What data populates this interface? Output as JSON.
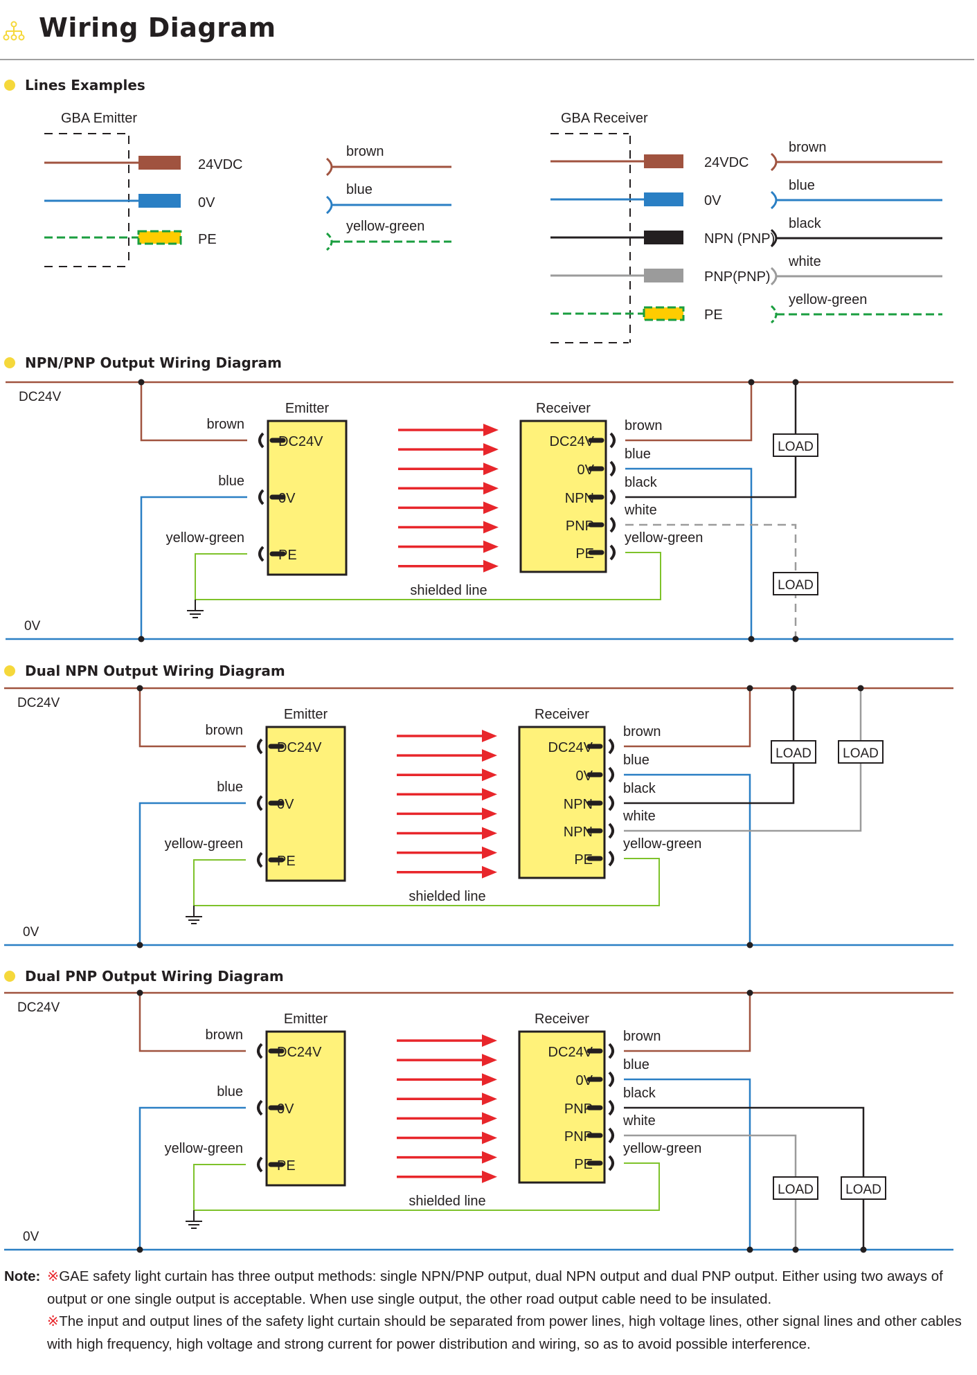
{
  "header": {
    "title": "Wiring Diagram",
    "icon": "hierarchy-icon"
  },
  "colors": {
    "brown": "#a0533f",
    "blue": "#2a7fc4",
    "black": "#231f20",
    "white_wire": "#9b9b9b",
    "yellow_green": "#7ec22a",
    "pe_dash": "#1a9e3f",
    "pe_fill": "#ffcc00",
    "box_fill": "#fff27a",
    "arrow": "#e8262b",
    "bullet": "#f5d83b",
    "rule": "#a0a0a0"
  },
  "lines_examples": {
    "heading": "Lines Examples",
    "emitter": {
      "title": "GBA Emitter",
      "terminals": [
        {
          "label": "24VDC",
          "color": "brown",
          "wire": "brown"
        },
        {
          "label": "0V",
          "color": "blue",
          "wire": "blue"
        },
        {
          "label": "PE",
          "color": "yellow_green",
          "wire": "yellow-green"
        }
      ]
    },
    "receiver": {
      "title": "GBA Receiver",
      "terminals": [
        {
          "label": "24VDC",
          "color": "brown",
          "wire": "brown"
        },
        {
          "label": "0V",
          "color": "blue",
          "wire": "blue"
        },
        {
          "label": "NPN (PNP)",
          "color": "black",
          "wire": "black"
        },
        {
          "label": "PNP(PNP)",
          "color": "white_wire",
          "wire": "white"
        },
        {
          "label": "PE",
          "color": "yellow_green",
          "wire": "yellow-green"
        }
      ]
    }
  },
  "diagrams": [
    {
      "heading": "NPN/PNP Output Wiring Diagram",
      "bus_top": "DC24V",
      "bus_bottom": "0V",
      "emitter": {
        "title": "Emitter",
        "pins": [
          {
            "label": "DC24V",
            "wire": "brown",
            "color": "brown"
          },
          {
            "label": "0V",
            "wire": "blue",
            "color": "blue"
          },
          {
            "label": "PE",
            "wire": "yellow-green",
            "color": "yellow_green"
          }
        ]
      },
      "receiver": {
        "title": "Receiver",
        "pins": [
          {
            "label": "DC24V",
            "wire": "brown",
            "color": "brown"
          },
          {
            "label": "0V",
            "wire": "blue",
            "color": "blue"
          },
          {
            "label": "NPN",
            "wire": "black",
            "color": "black"
          },
          {
            "label": "PNP",
            "wire": "white",
            "color": "white_wire",
            "dashed": true
          },
          {
            "label": "PE",
            "wire": "yellow-green",
            "color": "yellow_green"
          }
        ]
      },
      "beam_count": 8,
      "shield_label": "shielded line",
      "loads": [
        {
          "label": "LOAD",
          "pin": "NPN",
          "side": "top",
          "color": "black"
        },
        {
          "label": "LOAD",
          "pin": "PNP",
          "side": "bottom",
          "color": "white_wire",
          "dashed": true
        }
      ]
    },
    {
      "heading": "Dual NPN Output Wiring Diagram",
      "bus_top": "DC24V",
      "bus_bottom": "0V",
      "emitter": {
        "title": "Emitter",
        "pins": [
          {
            "label": "DC24V",
            "wire": "brown",
            "color": "brown"
          },
          {
            "label": "0V",
            "wire": "blue",
            "color": "blue"
          },
          {
            "label": "PE",
            "wire": "yellow-green",
            "color": "yellow_green"
          }
        ]
      },
      "receiver": {
        "title": "Receiver",
        "pins": [
          {
            "label": "DC24V",
            "wire": "brown",
            "color": "brown"
          },
          {
            "label": "0V",
            "wire": "blue",
            "color": "blue"
          },
          {
            "label": "NPN",
            "wire": "black",
            "color": "black"
          },
          {
            "label": "NPN",
            "wire": "white",
            "color": "white_wire"
          },
          {
            "label": "PE",
            "wire": "yellow-green",
            "color": "yellow_green"
          }
        ]
      },
      "beam_count": 8,
      "shield_label": "shielded line",
      "loads": [
        {
          "label": "LOAD",
          "pin": "NPN",
          "side": "top",
          "color": "black"
        },
        {
          "label": "LOAD",
          "pin": "NPN",
          "side": "top",
          "color": "white_wire"
        }
      ]
    },
    {
      "heading": "Dual PNP Output Wiring Diagram",
      "bus_top": "DC24V",
      "bus_bottom": "0V",
      "emitter": {
        "title": "Emitter",
        "pins": [
          {
            "label": "DC24V",
            "wire": "brown",
            "color": "brown"
          },
          {
            "label": "0V",
            "wire": "blue",
            "color": "blue"
          },
          {
            "label": "PE",
            "wire": "yellow-green",
            "color": "yellow_green"
          }
        ]
      },
      "receiver": {
        "title": "Receiver",
        "pins": [
          {
            "label": "DC24V",
            "wire": "brown",
            "color": "brown"
          },
          {
            "label": "0V",
            "wire": "blue",
            "color": "blue"
          },
          {
            "label": "PNP",
            "wire": "black",
            "color": "black"
          },
          {
            "label": "PNP",
            "wire": "white",
            "color": "white_wire"
          },
          {
            "label": "PE",
            "wire": "yellow-green",
            "color": "yellow_green"
          }
        ]
      },
      "beam_count": 8,
      "shield_label": "shielded line",
      "loads": [
        {
          "label": "LOAD",
          "pin": "PNP",
          "side": "bottom",
          "color": "white_wire"
        },
        {
          "label": "LOAD",
          "pin": "PNP",
          "side": "bottom",
          "color": "black"
        }
      ]
    }
  ],
  "note": {
    "label": "Note:",
    "mark": "※",
    "paragraphs": [
      "GAE safety light curtain has three output methods: single NPN/PNP output, dual NPN output and dual PNP output. Either using two aways of output or one single output is acceptable. When use single output, the other road output cable need to be insulated.",
      "The input and output lines of the safety light curtain should be separated from power lines, high voltage lines, other signal lines and other cables with high frequency, high voltage and strong current for power distribution and wiring, so as to avoid possible interference."
    ]
  }
}
